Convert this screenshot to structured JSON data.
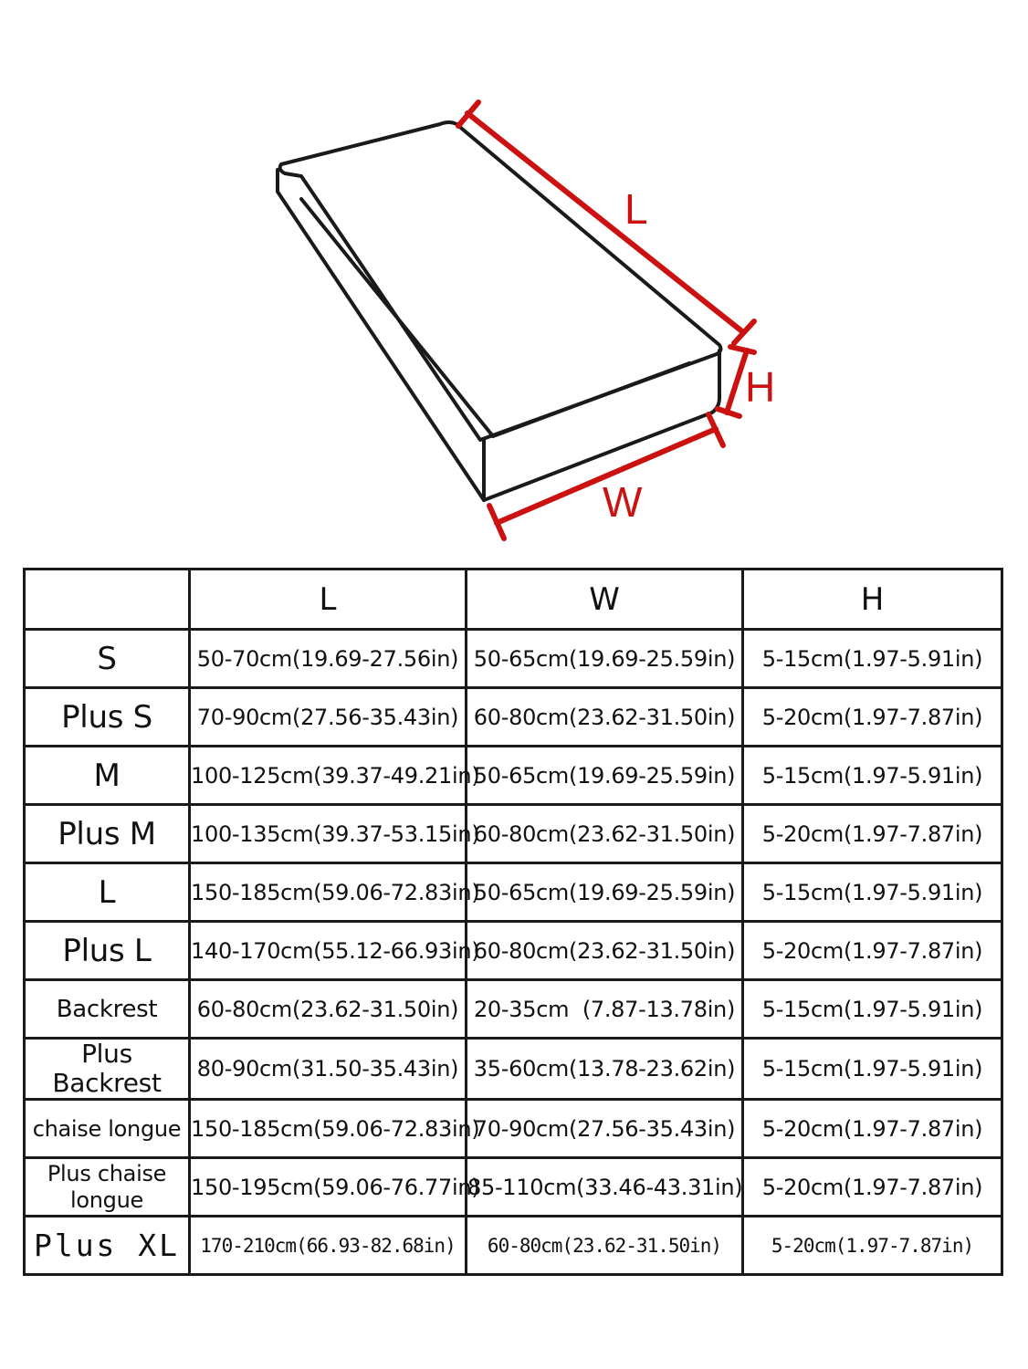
{
  "diagram": {
    "label_length": "L",
    "label_height": "H",
    "label_width": "W",
    "accent_color": "#cc1111",
    "outline_color": "#1a1a1a"
  },
  "table": {
    "headers": [
      "",
      "L",
      "W",
      "H"
    ],
    "rows": [
      {
        "size": "S",
        "l": "50-70cm(19.69-27.56in)",
        "w": "50-65cm(19.69-25.59in)",
        "h": "5-15cm(1.97-5.91in)"
      },
      {
        "size": "Plus S",
        "l": "70-90cm(27.56-35.43in)",
        "w": "60-80cm(23.62-31.50in)",
        "h": "5-20cm(1.97-7.87in)"
      },
      {
        "size": "M",
        "l": "100-125cm(39.37-49.21in)",
        "w": "50-65cm(19.69-25.59in)",
        "h": "5-15cm(1.97-5.91in)"
      },
      {
        "size": "Plus M",
        "l": "100-135cm(39.37-53.15in)",
        "w": "60-80cm(23.62-31.50in)",
        "h": "5-20cm(1.97-7.87in)"
      },
      {
        "size": "L",
        "l": "150-185cm(59.06-72.83in)",
        "w": "50-65cm(19.69-25.59in)",
        "h": "5-15cm(1.97-5.91in)"
      },
      {
        "size": "Plus L",
        "l": "140-170cm(55.12-66.93in)",
        "w": "60-80cm(23.62-31.50in)",
        "h": "5-20cm(1.97-7.87in)"
      },
      {
        "size": "Backrest",
        "l": "60-80cm(23.62-31.50in)",
        "w": "20-35cm  (7.87-13.78in)",
        "h": "5-15cm(1.97-5.91in)"
      },
      {
        "size": "Plus Backrest",
        "l": "80-90cm(31.50-35.43in)",
        "w": "35-60cm(13.78-23.62in)",
        "h": "5-15cm(1.97-5.91in)"
      },
      {
        "size": "chaise longue",
        "l": "150-185cm(59.06-72.83in)",
        "w": "70-90cm(27.56-35.43in)",
        "h": "5-20cm(1.97-7.87in)"
      },
      {
        "size": "Plus chaise longue",
        "l": "150-195cm(59.06-76.77in)",
        "w": "85-110cm(33.46-43.31in)",
        "h": "5-20cm(1.97-7.87in)"
      },
      {
        "size": "Plus XL",
        "l": "170-210cm(66.93-82.68in)",
        "w": "60-80cm(23.62-31.50in)",
        "h": "5-20cm(1.97-7.87in)"
      }
    ]
  }
}
